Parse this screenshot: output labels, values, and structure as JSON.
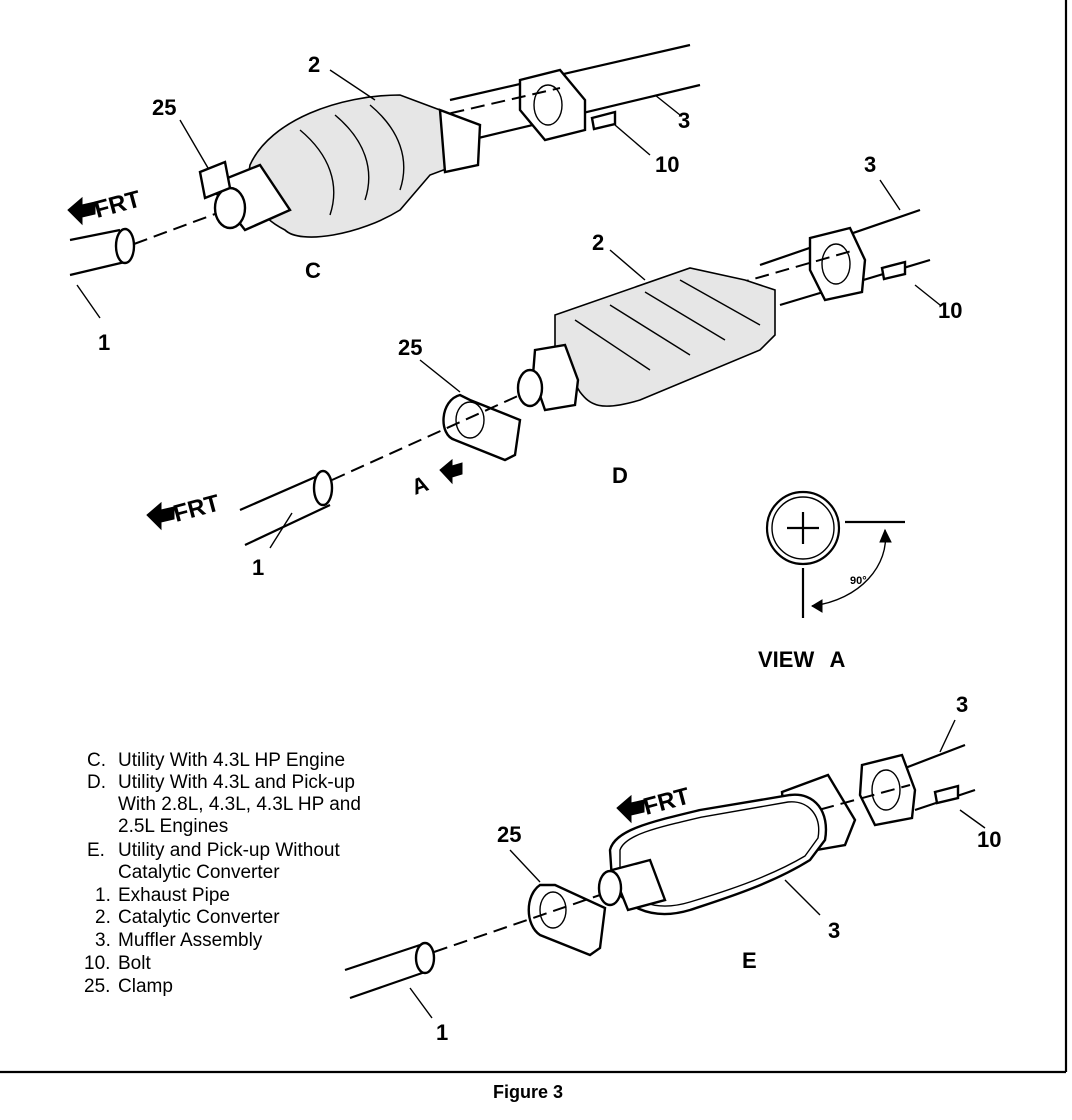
{
  "figure": {
    "caption": "Figure 3",
    "front_label": "FRT",
    "view_a": {
      "title": "VIEW A",
      "angle": "90°",
      "arrow_letter": "A"
    }
  },
  "views": {
    "c": {
      "letter": "C",
      "callouts": [
        "2",
        "25",
        "3",
        "10",
        "1"
      ]
    },
    "d": {
      "letter": "D",
      "callouts": [
        "3",
        "2",
        "10",
        "25",
        "1"
      ]
    },
    "e": {
      "letter": "E",
      "callouts": [
        "3",
        "25",
        "10",
        "3",
        "1"
      ]
    }
  },
  "legend": {
    "items": [
      {
        "key": "C.",
        "text": "Utility With 4.3L HP Engine"
      },
      {
        "key": "D.",
        "text": "Utility With 4.3L and Pick-up"
      },
      {
        "key": "",
        "text": "With 2.8L, 4.3L, 4.3L HP and"
      },
      {
        "key": "",
        "text": "2.5L Engines"
      },
      {
        "key": "E.",
        "text": "Utility and Pick-up  Without"
      },
      {
        "key": "",
        "text": "Catalytic Converter"
      },
      {
        "key": "1.",
        "text": "Exhaust Pipe"
      },
      {
        "key": "2.",
        "text": "Catalytic Converter"
      },
      {
        "key": "3.",
        "text": "Muffler Assembly"
      },
      {
        "key": "10.",
        "text": "Bolt"
      },
      {
        "key": "25.",
        "text": "Clamp"
      }
    ]
  }
}
